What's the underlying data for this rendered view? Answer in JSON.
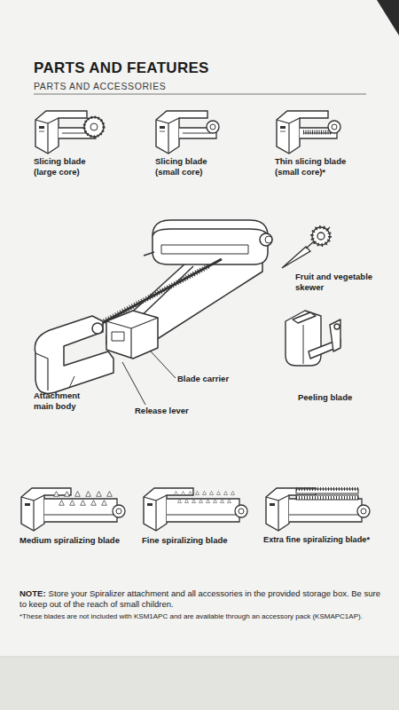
{
  "diagram": {
    "title": "PARTS AND FEATURES",
    "labels": [
      "PARTS AND ACCESSORIES",
      "Slicing blade (large core)",
      "Slicing blade (small core)",
      "Thin slicing blade (small core)*",
      "Fruit and vegetable skewer",
      "Blade carrier",
      "Attachment main body",
      "Release lever",
      "Peeling blade",
      "Medium spiralizing blade",
      "Fine spiralizing blade",
      "Extra fine spiralizing blade*",
      "NOTE:",
      "Store your Spiralizer attachment and all accessories in the provided storage box. Be sure to keep out of the reach of small children.",
      "*These blades are not included with KSM1APC and are available through an accessory pack (KSMAPC1AP)."
    ]
  }
}
